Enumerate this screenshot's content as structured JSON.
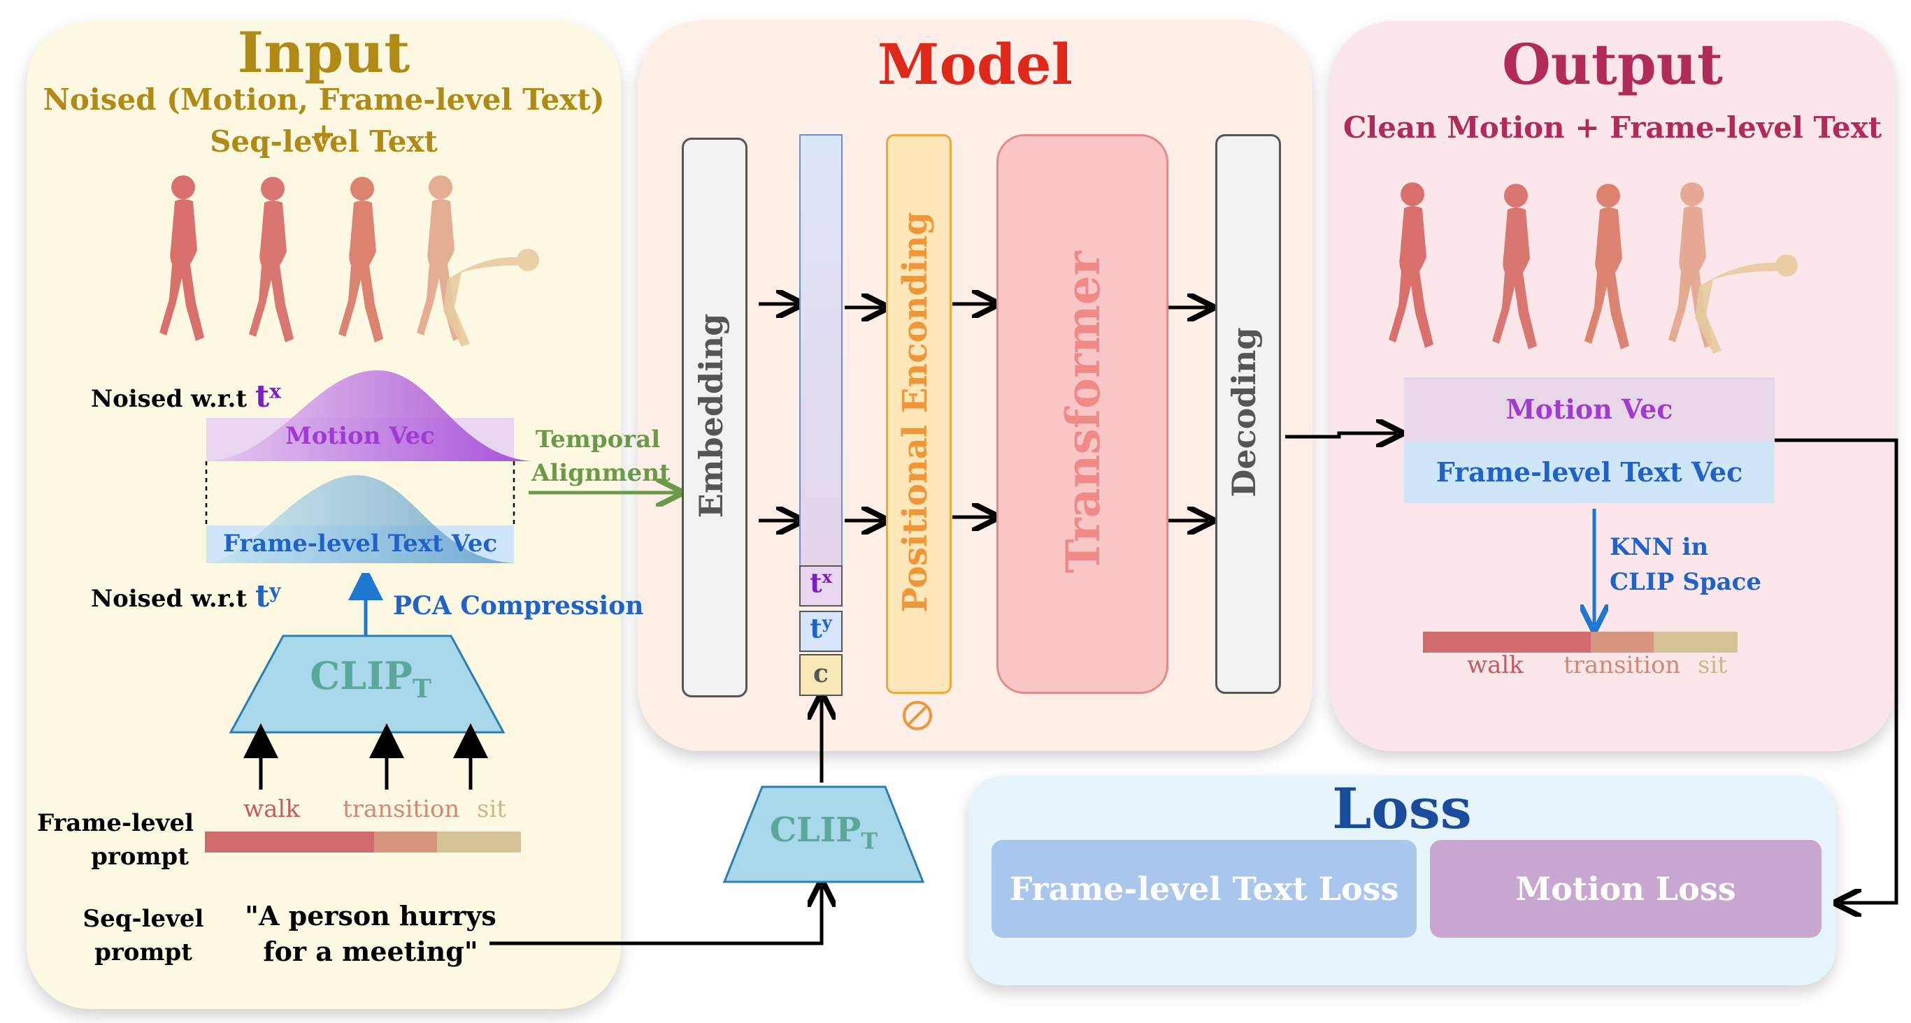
{
  "input": {
    "title": "Input",
    "subtitle_line1": "Noised (Motion, Frame-level Text) +",
    "subtitle_line2": "Seq-level Text",
    "noised_tx": "Noised w.r.t",
    "tx_symbol": "t",
    "tx_sup": "x",
    "noised_ty": "Noised w.r.t",
    "ty_symbol": "t",
    "ty_sup": "y",
    "motion_vec": "Motion Vec",
    "frame_text_vec": "Frame-level Text Vec",
    "pca": "PCA Compression",
    "clip_label": "CLIP",
    "clip_sub": "T",
    "frame_prompt_line1": "Frame-level",
    "frame_prompt_line2": "prompt",
    "seq_prompt_line1": "Seq-level",
    "seq_prompt_line2": "prompt",
    "seq_text_line1": "\"A person hurrys",
    "seq_text_line2": "for a meeting\"",
    "segments": [
      {
        "label": "walk",
        "color": "#d06a6e",
        "text_color": "#c85a5e"
      },
      {
        "label": "transition",
        "color": "#d69680",
        "text_color": "#d08a72"
      },
      {
        "label": "sit",
        "color": "#d4c396",
        "text_color": "#c9b98a"
      }
    ]
  },
  "temporal_alignment_line1": "Temporal",
  "temporal_alignment_line2": "Alignment",
  "model": {
    "title": "Model",
    "embedding": "Embedding",
    "tx_symbol": "t",
    "tx_sup": "x",
    "ty_symbol": "t",
    "ty_sup": "y",
    "c_token": "c",
    "positional": "Positional Enconding",
    "transformer": "Transformer",
    "decoding": "Decoding",
    "clip_label": "CLIP",
    "clip_sub": "T"
  },
  "output": {
    "title": "Output",
    "subtitle": "Clean Motion + Frame-level Text",
    "motion_vec": "Motion Vec",
    "frame_text_vec": "Frame-level Text Vec",
    "knn_line1": "KNN in",
    "knn_line2": "CLIP Space",
    "segments": [
      {
        "label": "walk",
        "color": "#d06a6e",
        "text_color": "#c85a5e"
      },
      {
        "label": "transition",
        "color": "#d69680",
        "text_color": "#d08a72"
      },
      {
        "label": "sit",
        "color": "#d4c396",
        "text_color": "#c9b98a"
      }
    ]
  },
  "loss": {
    "title": "Loss",
    "frame_text_loss": "Frame-level Text Loss",
    "motion_loss": "Motion Loss"
  },
  "colors": {
    "input_title": "#b08a14",
    "model_title": "#e0281a",
    "output_title": "#b02a5a",
    "loss_title": "#1a4a9a",
    "motion_purple": "#a03ad0",
    "text_blue": "#1f63c8",
    "clip_fill": "#a8d8ea",
    "clip_text": "#5aa89a"
  }
}
